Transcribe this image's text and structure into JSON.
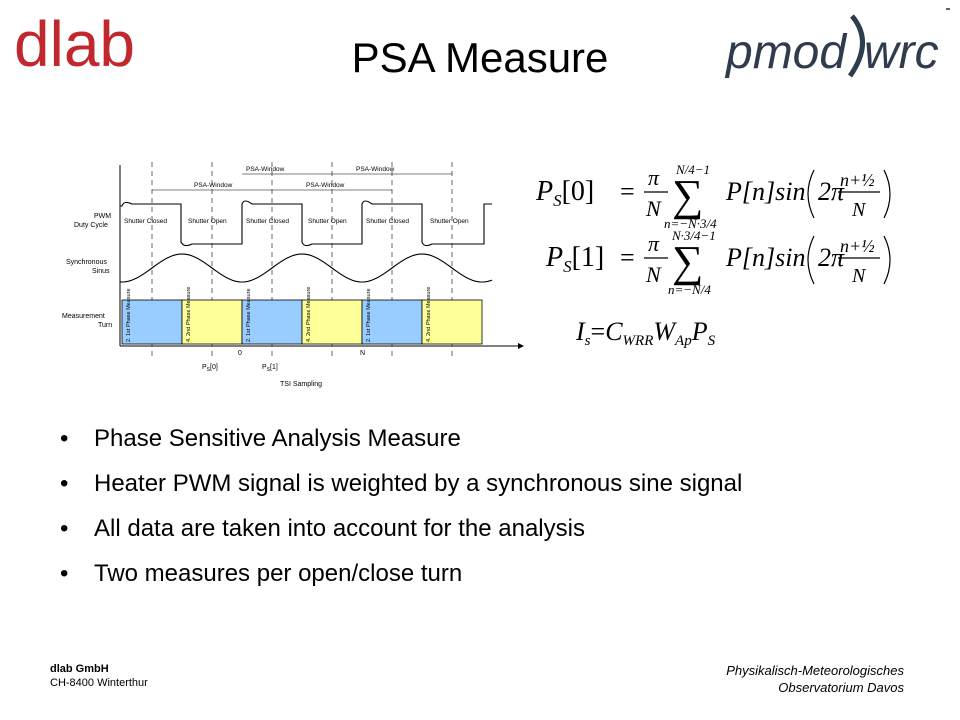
{
  "header": {
    "title": "PSA Measure",
    "logo_left": "dlab",
    "logo_right_a": "pmod",
    "logo_right_b": "wrc",
    "logo_left_color": "#c0282d",
    "logo_right_color": "#2f3c4e"
  },
  "diagram": {
    "window_labels": [
      "PSA-Window",
      "PSA-Window",
      "PSA-Window",
      "PSA-Window"
    ],
    "row_labels": {
      "pwm_1": "PWM",
      "pwm_2": "Duty Cycle",
      "sin_1": "Synchronous",
      "sin_2": "Sinus",
      "turn_1": "Measurement",
      "turn_2": "Turn"
    },
    "shutter_labels": [
      "Shutter Closed",
      "Shutter Open",
      "Shutter Closed",
      "Shutter Open",
      "Shutter Closed",
      "Shutter Open"
    ],
    "blocks": [
      {
        "label": "2. 1st Phase Measure",
        "color": "#99ccff"
      },
      {
        "label": "4. 2nd Phase Measure",
        "color": "#ffff99"
      },
      {
        "label": "2. 1st Phase Measure",
        "color": "#99ccff"
      },
      {
        "label": "4. 2nd Phase Measure",
        "color": "#ffff99"
      },
      {
        "label": "2. 1st Phase Measure",
        "color": "#99ccff"
      },
      {
        "label": "4. 2nd Phase Measure",
        "color": "#ffff99"
      }
    ],
    "axis_zero": "0",
    "axis_n": "N",
    "ps0": "P",
    "ps0_sub": "S",
    "ps0_idx": "[0]",
    "ps1": "P",
    "ps1_sub": "S",
    "ps1_idx": "[1]",
    "sampling": "TSI Sampling"
  },
  "formulas": {
    "f1_lhs": "P",
    "f1_lhs_sub": "S",
    "f1_lhs_idx": "[0]",
    "f1_upper": "N/4−1",
    "f1_lower": "n=−N·3/4",
    "f2_lhs": "P",
    "f2_lhs_sub": "S",
    "f2_lhs_idx": "[1]",
    "f2_upper": "N·3/4−1",
    "f2_lower": "n=−N/4",
    "eq": "=",
    "pi": "π",
    "N": "N",
    "sum": "∑",
    "term": "P[n]sin",
    "two_pi": "2π",
    "num": "n+½",
    "den": "N",
    "f3_I": "I",
    "f3_I_sub": "s",
    "f3_C": "C",
    "f3_C_sub": "WRR",
    "f3_W": "W",
    "f3_W_sub": "Ap",
    "f3_P": "P",
    "f3_P_sub": "S"
  },
  "bullets": [
    "Phase Sensitive Analysis Measure",
    "Heater PWM signal is weighted by a synchronous sine signal",
    "All data are taken into account for the analysis",
    "Two measures per open/close turn"
  ],
  "footer": {
    "company": "dlab GmbH",
    "address": "CH-8400  Winterthur",
    "institute_1": "Physikalisch-Meteorologisches",
    "institute_2": "Observatorium Davos"
  }
}
